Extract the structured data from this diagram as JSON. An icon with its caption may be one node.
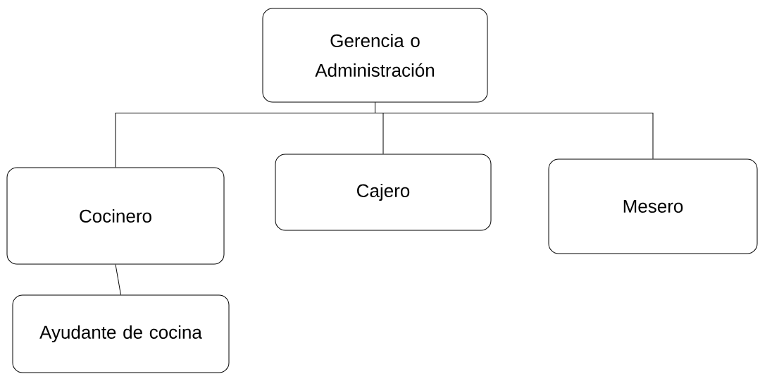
{
  "diagram": {
    "nodes": [
      {
        "text": [
          "Gerencia o Administración"
        ]
      },
      {
        "text": [
          "Cocinero"
        ]
      },
      {
        "text": [
          "Cajero"
        ]
      },
      {
        "text": [
          "Mesero"
        ]
      },
      {
        "text": [
          "Ayudante de cocina"
        ]
      }
    ],
    "edges": [
      {
        "from": 0,
        "to": 1,
        "arrow": "none"
      },
      {
        "from": 0,
        "to": 2,
        "arrow": "none"
      },
      {
        "from": 0,
        "to": 3,
        "arrow": "none"
      },
      {
        "from": 1,
        "to": 4,
        "arrow": "none"
      }
    ]
  }
}
